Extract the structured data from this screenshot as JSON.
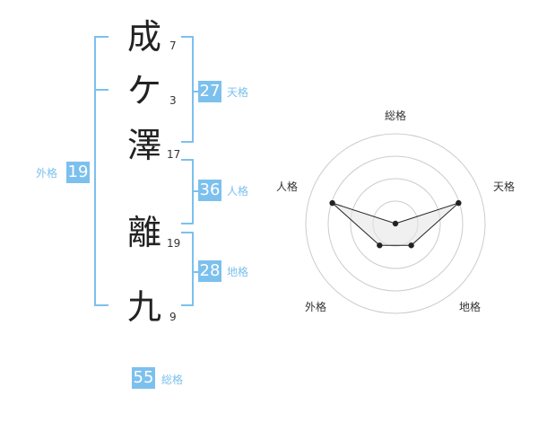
{
  "name": {
    "chars": [
      {
        "char": "成",
        "strokes": "7"
      },
      {
        "char": "ケ",
        "strokes": "3"
      },
      {
        "char": "澤",
        "strokes": "17"
      },
      {
        "char": "離",
        "strokes": "19"
      },
      {
        "char": "九",
        "strokes": "9"
      }
    ]
  },
  "kaku": {
    "tenkaku": {
      "value": "27",
      "label": "天格"
    },
    "jinkaku": {
      "value": "36",
      "label": "人格"
    },
    "chikaku": {
      "value": "28",
      "label": "地格"
    },
    "gaikaku": {
      "value": "19",
      "label": "外格"
    },
    "soukaku": {
      "value": "55",
      "label": "総格"
    }
  },
  "radar": {
    "labels": {
      "top": "総格",
      "right": "天格",
      "bottom_right": "地格",
      "bottom_left": "外格",
      "left": "人格"
    },
    "levels": 4,
    "values": {
      "top": 0.0,
      "right": 0.74,
      "bottom_right": 0.3,
      "bottom_left": 0.3,
      "left": 0.74
    },
    "colors": {
      "ring": "#cccccc",
      "fill": "#e6e6e6",
      "line": "#222222",
      "center": "#cccccc"
    }
  },
  "colors": {
    "accent": "#7cc0ee"
  }
}
